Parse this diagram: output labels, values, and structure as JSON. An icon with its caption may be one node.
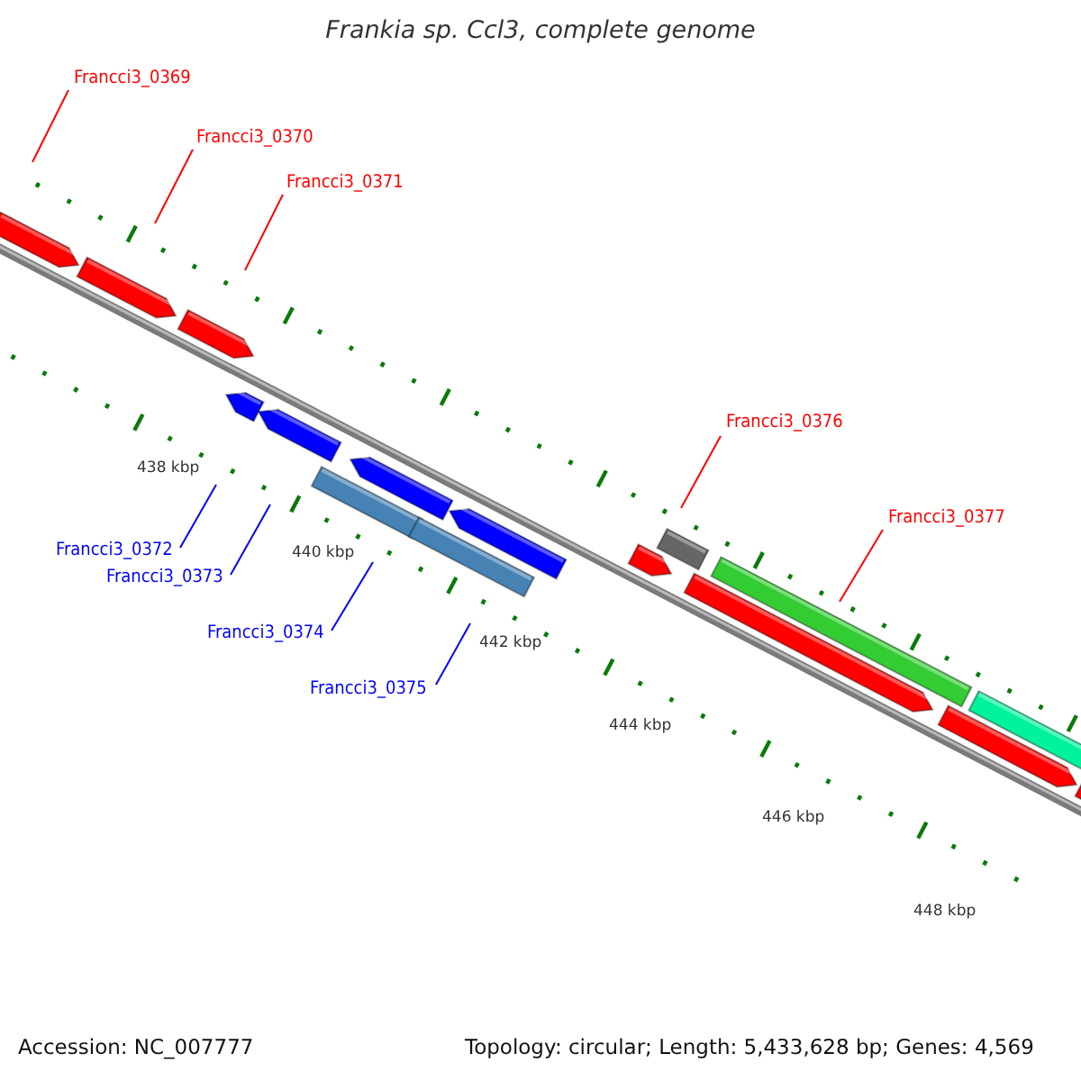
{
  "diagram": {
    "title": "Frankia sp. Ccl3, complete genome",
    "nodes": [
      {
        "text": [
          "Francci3_0369"
        ]
      },
      {
        "text": [
          "Francci3_0370"
        ]
      },
      {
        "text": [
          "Francci3_0371"
        ]
      },
      {
        "text": [
          "Francci3_0372"
        ]
      },
      {
        "text": [
          "Francci3_0373"
        ]
      },
      {
        "text": [
          "Francci3_0374"
        ]
      },
      {
        "text": [
          "Francci3_0375"
        ]
      },
      {
        "text": [
          "Francci3_0376"
        ]
      },
      {
        "text": [
          "Francci3_0377"
        ]
      }
    ],
    "edges": [
      {
        "from": 0,
        "to": null,
        "arrow": "none"
      },
      {
        "from": 1,
        "to": null,
        "arrow": "none"
      },
      {
        "from": 2,
        "to": null,
        "arrow": "none"
      },
      {
        "from": 3,
        "to": null,
        "arrow": "none",
        "color": "#0000ff"
      },
      {
        "from": 4,
        "to": null,
        "arrow": "none",
        "color": "#0000ff"
      },
      {
        "from": 5,
        "to": null,
        "arrow": "none",
        "color": "#0000ff"
      },
      {
        "from": 6,
        "to": null,
        "arrow": "none",
        "color": "#0000ff"
      },
      {
        "from": 7,
        "to": null,
        "arrow": "none"
      },
      {
        "from": 8,
        "to": null,
        "arrow": "none"
      }
    ],
    "labels": [
      "438 kbp",
      "440 kbp",
      "442 kbp",
      "444 kbp",
      "446 kbp",
      "448 kbp",
      "Accession: NC_007777",
      "Topology: circular; Length: 5,433,628 bp; Genes: 4,569"
    ]
  }
}
